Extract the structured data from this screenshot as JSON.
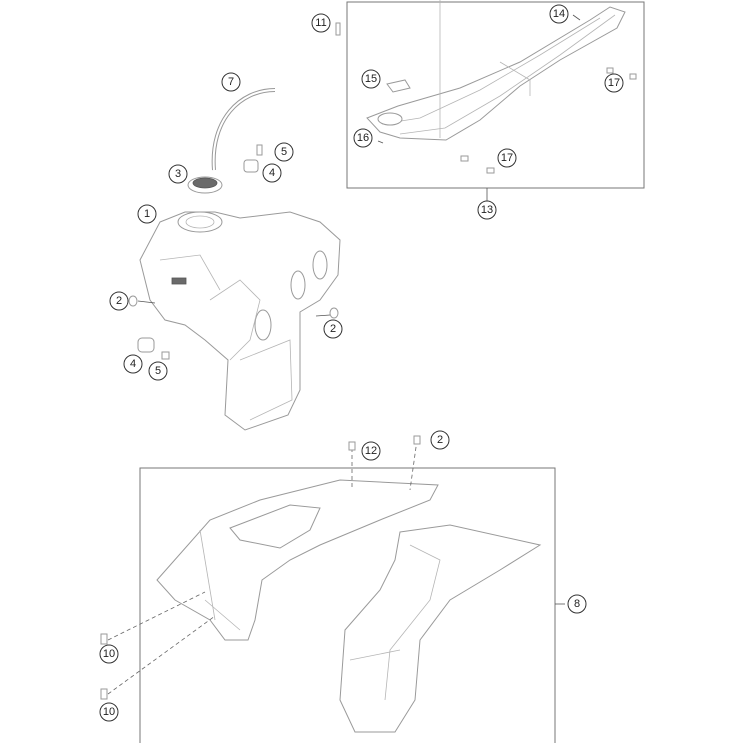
{
  "diagram": {
    "callouts": [
      "1",
      "2",
      "2",
      "2",
      "3",
      "4",
      "4",
      "5",
      "5",
      "7",
      "8",
      "10",
      "10",
      "11",
      "12",
      "13",
      "14",
      "15",
      "16",
      "17",
      "17"
    ],
    "labels": {
      "c1": "1",
      "c2a": "2",
      "c2b": "2",
      "c2c": "2",
      "c3": "3",
      "c4a": "4",
      "c4b": "4",
      "c5a": "5",
      "c5b": "5",
      "c7": "7",
      "c8": "8",
      "c10a": "10",
      "c10b": "10",
      "c11": "11",
      "c12": "12",
      "c13": "13",
      "c14": "14",
      "c15": "15",
      "c16": "16",
      "c17a": "17",
      "c17b": "17"
    },
    "colors": {
      "line": "#9a9a9a",
      "callout": "#333333"
    }
  }
}
